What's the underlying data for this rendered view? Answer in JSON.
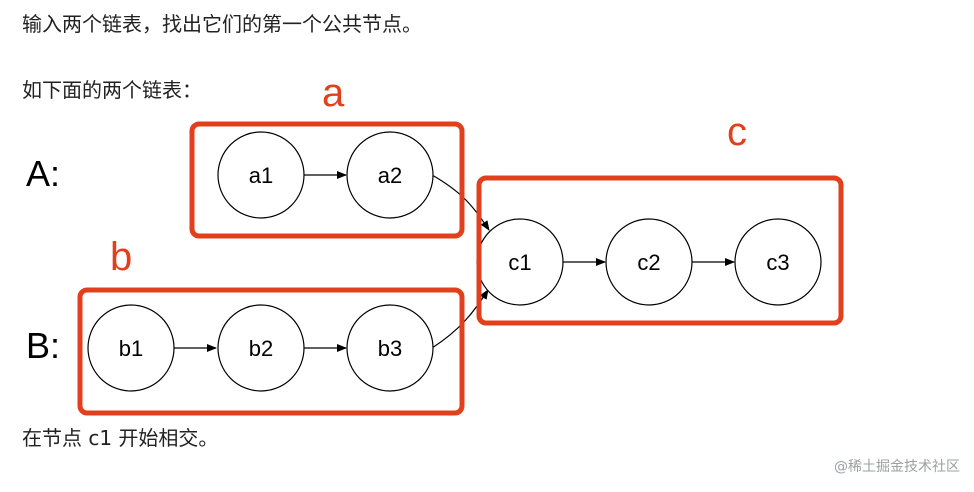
{
  "intro_text": "输入两个链表，找出它们的第一个公共节点。",
  "example_text": "如下面的两个链表：",
  "result_text": "在节点 c1 开始相交。",
  "watermark": "@稀土掘金技术社区",
  "diagram": {
    "list_labels": {
      "A": "A:",
      "B": "B:"
    },
    "groups": {
      "a": "a",
      "b": "b",
      "c": "c"
    },
    "nodes": {
      "a1": "a1",
      "a2": "a2",
      "b1": "b1",
      "b2": "b2",
      "b3": "b3",
      "c1": "c1",
      "c2": "c2",
      "c3": "c3"
    },
    "colors": {
      "highlight": "#e2401c",
      "stroke": "#000000"
    }
  }
}
